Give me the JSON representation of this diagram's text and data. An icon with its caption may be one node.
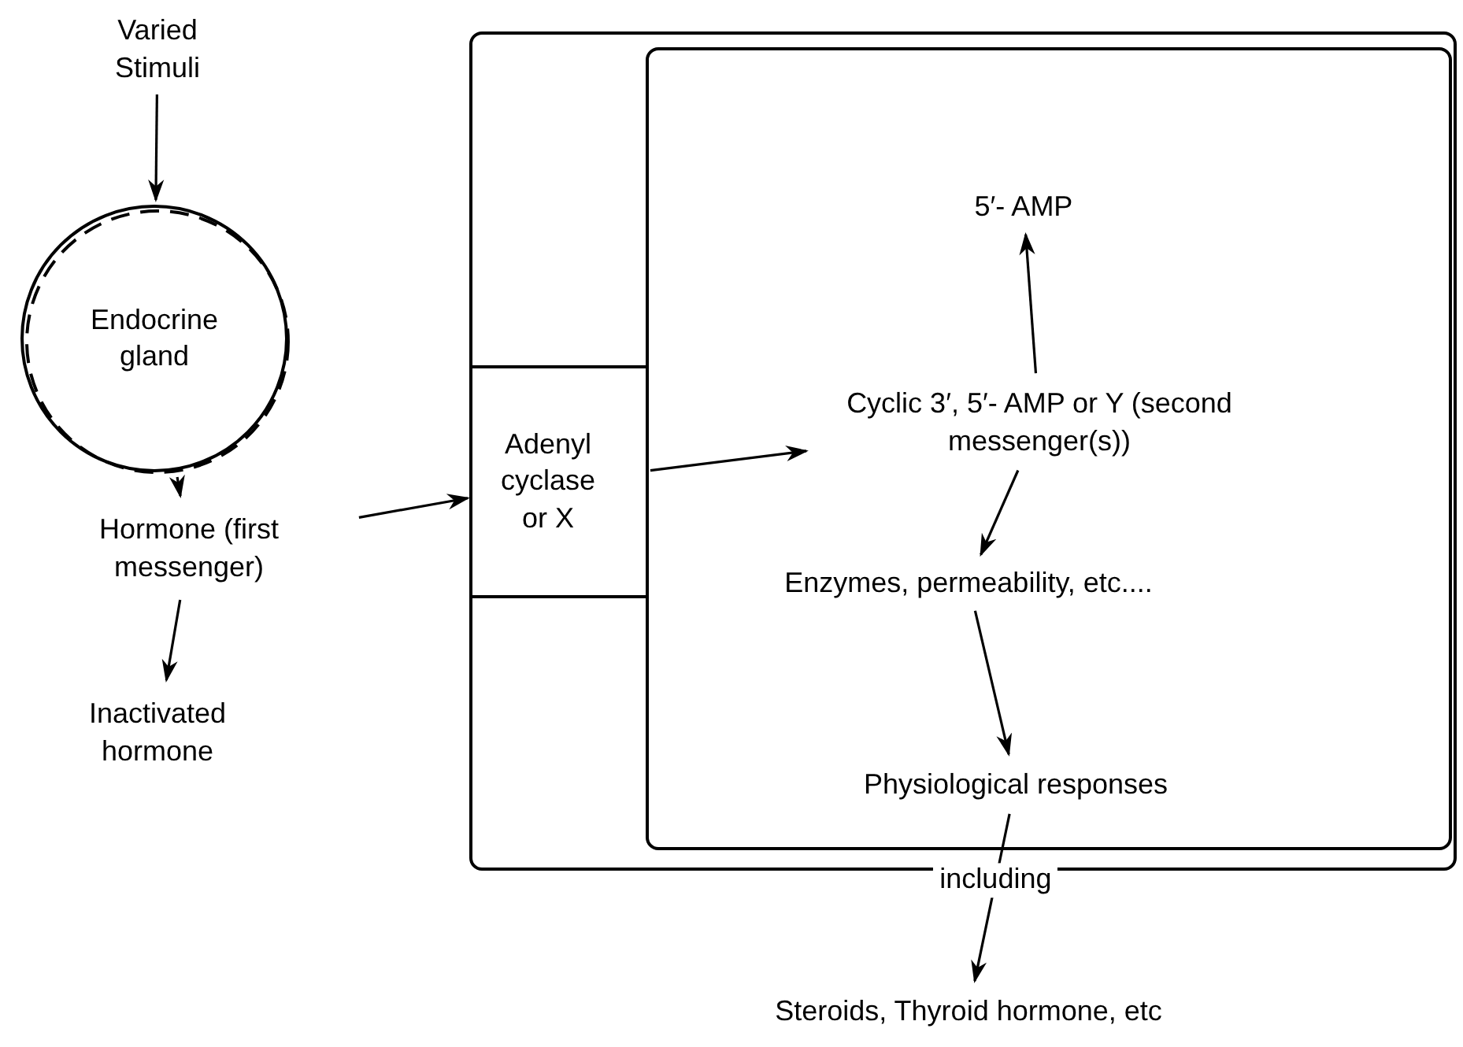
{
  "diagram": {
    "nodes": [
      {
        "text": [
          "Varied Stimuli"
        ]
      },
      {
        "text": [
          "Endocrine gland"
        ]
      },
      {
        "text": [
          "Hormone (first messenger)"
        ]
      },
      {
        "text": [
          "Inactivated hormone"
        ]
      },
      {
        "text": [],
        "shape": "box"
      },
      {
        "text": [],
        "shape": "box",
        "in": 4
      },
      {
        "text": [
          "Adenyl cyclase or X"
        ],
        "in": 4
      },
      {
        "text": [
          "5′- AMP"
        ],
        "in": 5
      },
      {
        "text": [
          "Cyclic 3′, 5′- AMP or Y (second messenger(s))"
        ],
        "in": 5
      },
      {
        "text": [
          "Enzymes, permeability, etc...."
        ],
        "in": 5
      },
      {
        "text": [
          "Physiological responses"
        ],
        "in": 5
      },
      {
        "text": [
          "Steroids, Thyroid hormone, etc"
        ]
      }
    ],
    "edges": [
      {
        "from": 0,
        "to": 1,
        "arrow": "to"
      },
      {
        "from": 1,
        "to": 2,
        "arrow": "to"
      },
      {
        "from": 2,
        "to": 3,
        "arrow": "to"
      },
      {
        "from": 2,
        "to": 6,
        "arrow": "to"
      },
      {
        "from": 6,
        "to": 8,
        "arrow": "to"
      },
      {
        "from": 8,
        "to": 7,
        "arrow": "to"
      },
      {
        "from": 8,
        "to": 9,
        "arrow": "to"
      },
      {
        "from": 9,
        "to": 10,
        "arrow": "to"
      },
      {
        "from": 10,
        "to": 11,
        "label": "including",
        "arrow": "to"
      }
    ]
  }
}
